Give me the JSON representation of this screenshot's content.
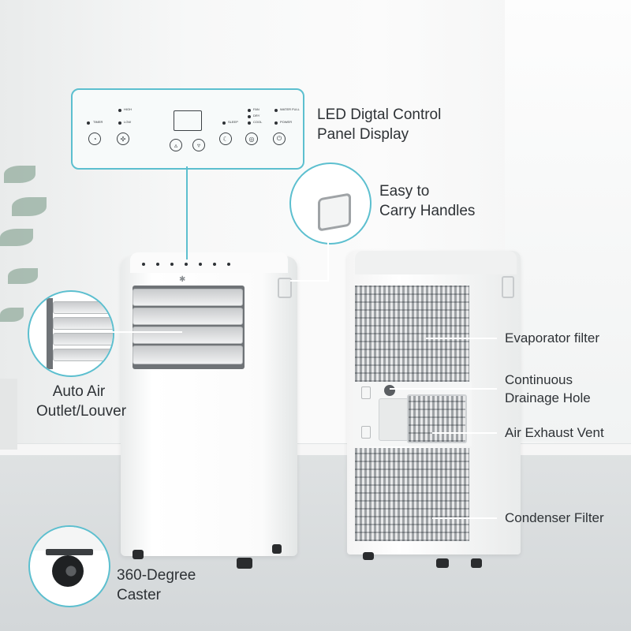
{
  "callouts": {
    "control_panel": {
      "line1": "LED Digtal Control",
      "line2": "Panel Display"
    },
    "handles": {
      "line1": "Easy to",
      "line2": "Carry Handles"
    },
    "louver": {
      "line1": "Auto Air",
      "line2": "Outlet/Louver"
    },
    "caster": {
      "line1": "360-Degree",
      "line2": "Caster"
    },
    "evaporator": "Evaporator filter",
    "drainage": {
      "line1": "Continuous",
      "line2": "Drainage Hole"
    },
    "exhaust": "Air Exhaust Vent",
    "condenser": "Condenser Filter"
  },
  "panel": {
    "labels": {
      "timer": "TIMER",
      "high": "HIGH",
      "low": "LOW",
      "sleep": "SLEEP",
      "fan": "FAN",
      "dry": "DRY",
      "cool": "COOL",
      "water_full": "WATER FULL",
      "power": "POWER"
    },
    "button_icons": [
      "timer-icon",
      "fan-icon",
      "up-arrow-icon",
      "down-arrow-icon",
      "sleep-icon",
      "mode-icon",
      "power-icon"
    ]
  },
  "colors": {
    "accent": "#5cbfcf",
    "text": "#2e3236"
  }
}
